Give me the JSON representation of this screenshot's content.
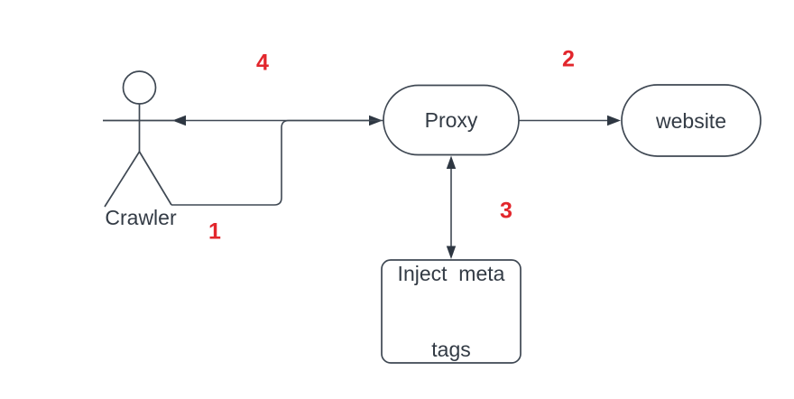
{
  "diagram": {
    "background": "#ffffff",
    "nodes": {
      "crawler": {
        "label": "Crawler",
        "shape": "actor"
      },
      "proxy": {
        "label": "Proxy",
        "shape": "rounded-stadium"
      },
      "website": {
        "label": "website",
        "shape": "rounded-stadium"
      },
      "inject": {
        "label": "Inject  meta tags",
        "line1": "Inject  meta",
        "line2": "tags",
        "shape": "rounded-rectangle"
      }
    },
    "steps": {
      "step1": "1",
      "step2": "2",
      "step3": "3",
      "step4": "4"
    },
    "edges": [
      {
        "step": "1",
        "from": "Crawler",
        "to": "Proxy",
        "direction": "one-way"
      },
      {
        "step": "2",
        "from": "Proxy",
        "to": "website",
        "direction": "one-way"
      },
      {
        "step": "3",
        "from": "Proxy",
        "to": "Inject meta tags",
        "direction": "two-way"
      },
      {
        "step": "4",
        "from": "Proxy",
        "to": "Crawler",
        "direction": "one-way"
      }
    ],
    "colors": {
      "stroke": "#3f4853",
      "text": "#333b45",
      "step_number": "#e2262c",
      "background": "#ffffff"
    }
  }
}
